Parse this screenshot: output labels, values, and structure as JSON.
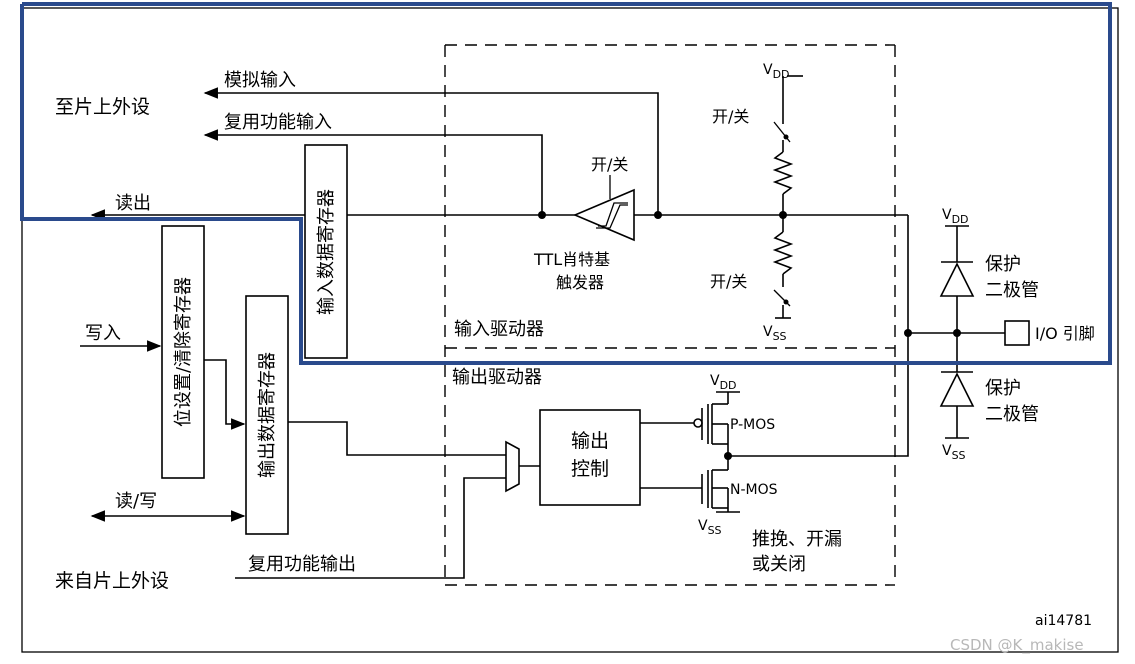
{
  "labels": {
    "to_peripheral": "至片上外设",
    "from_peripheral": "来自片上外设",
    "analog_input": "模拟输入",
    "alt_func_input": "复用功能输入",
    "read_out": "读出",
    "write_in": "写入",
    "read_write": "读/写",
    "alt_func_output": "复用功能输出",
    "input_data_register": "输入数据寄存器",
    "bit_set_reset_register": "位设置/清除寄存器",
    "output_data_register": "输出数据寄存器",
    "on_off_trigger": "开/关",
    "on_off_pullup": "开/关",
    "on_off_pulldown": "开/关",
    "schmitt_line1": "TTL肖特基",
    "schmitt_line2": "触发器",
    "input_driver": "输入驱动器",
    "output_driver": "输出驱动器",
    "output_control_line1": "输出",
    "output_control_line2": "控制",
    "pmos": "P-MOS",
    "nmos": "N-MOS",
    "mode_line1": "推挽、开漏",
    "mode_line2": "或关闭",
    "protect_top_line1": "保护",
    "protect_top_line2": "二极管",
    "protect_bot_line1": "保护",
    "protect_bot_line2": "二极管",
    "io_pin": "I/O 引脚",
    "vdd_main": "V",
    "vdd_main_sub": "DD",
    "vss_main": "V",
    "vss_main_sub": "SS",
    "vdd_protect": "V",
    "vdd_protect_sub": "DD",
    "vss_protect": "V",
    "vss_protect_sub": "SS",
    "vdd_pmos": "V",
    "vdd_pmos_sub": "DD",
    "vss_nmos": "V",
    "vss_nmos_sub": "SS",
    "figure_id": "ai14781",
    "watermark": "CSDN @K_makise"
  },
  "colors": {
    "highlight_border": "#2a4a8c",
    "line": "#000000",
    "watermark": "#b8b8b8"
  }
}
